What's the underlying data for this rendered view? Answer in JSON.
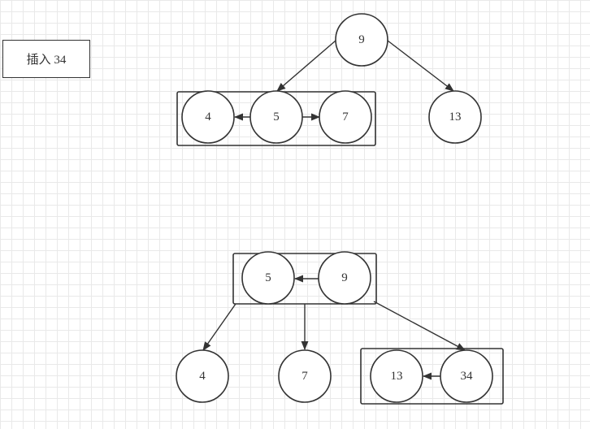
{
  "label": "插入 34",
  "before": {
    "root": "9",
    "group_keys": [
      "4",
      "5",
      "7"
    ],
    "right_child": "13"
  },
  "after": {
    "root_keys": [
      "5",
      "9"
    ],
    "children": [
      "4",
      "7"
    ],
    "right_group_keys": [
      "13",
      "34"
    ]
  }
}
